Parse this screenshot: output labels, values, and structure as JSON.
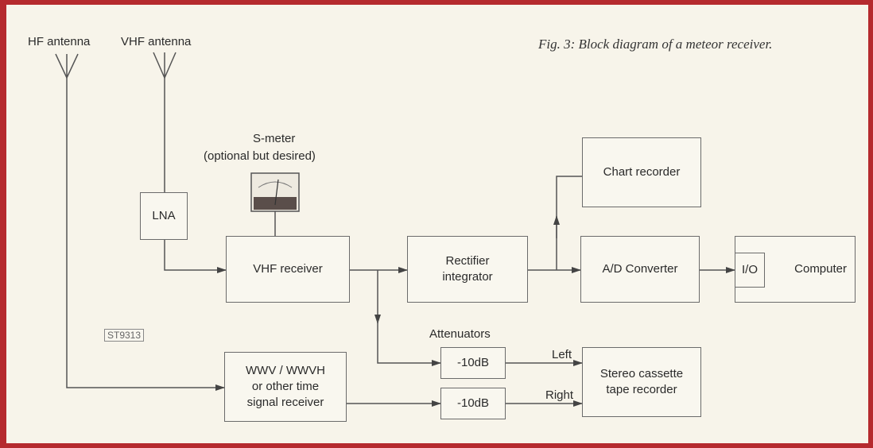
{
  "caption": "Fig. 3: Block diagram of a meteor receiver.",
  "antennas": {
    "hf": "HF antenna",
    "vhf": "VHF antenna"
  },
  "smeter": {
    "title": "S-meter",
    "subtitle": "(optional but desired)"
  },
  "blocks": {
    "lna": "LNA",
    "vhf_receiver": "VHF receiver",
    "rectifier": "Rectifier\nintegrator",
    "chart_recorder": "Chart recorder",
    "ad_converter": "A/D Converter",
    "io": "I/O",
    "computer": "Computer",
    "time_receiver": "WWV / WWVH\nor other time\nsignal receiver",
    "att_left": "-10dB",
    "att_right": "-10dB",
    "tape_recorder": "Stereo cassette\ntape recorder"
  },
  "labels": {
    "attenuators": "Attenuators",
    "left": "Left",
    "right": "Right"
  },
  "figure_code": "ST9313",
  "colors": {
    "frame": "#b52a2e",
    "paper": "#f7f4ea",
    "line": "#555555"
  }
}
